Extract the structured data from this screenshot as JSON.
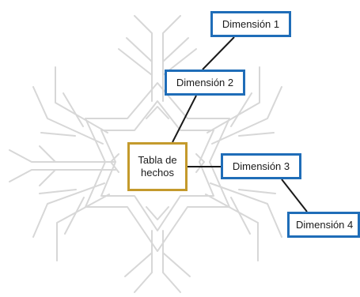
{
  "fact_table": {
    "line1": "Tabla de",
    "line2": "hechos"
  },
  "dimensions": [
    {
      "label": "Dimensión 1"
    },
    {
      "label": "Dimensión 2"
    },
    {
      "label": "Dimensión 3"
    },
    {
      "label": "Dimensión 4"
    }
  ],
  "colors": {
    "fact_border": "#c49a2c",
    "dimension_border": "#1f6db8",
    "connector": "#1a1a1a",
    "snowflake_outline": "#d7d7d7"
  }
}
